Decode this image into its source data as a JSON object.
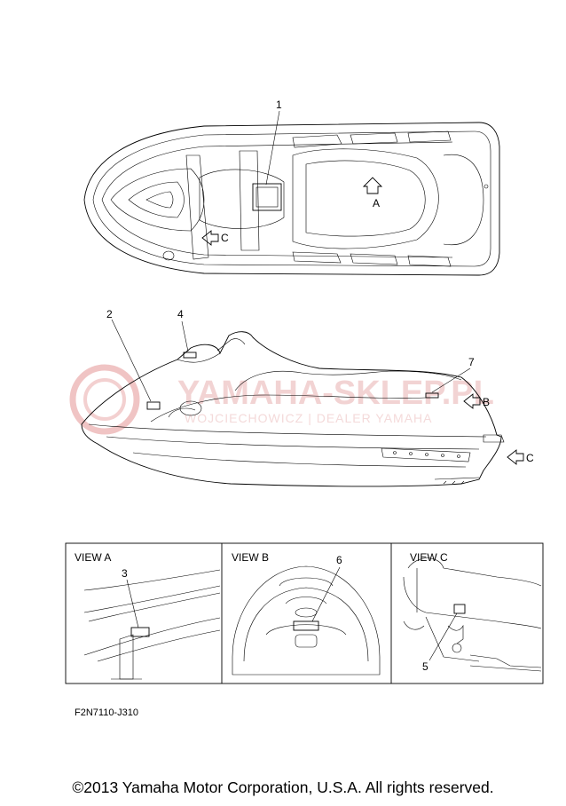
{
  "part_code": "F2N7110-J310",
  "copyright": "©2013 Yamaha Motor Corporation, U.S.A. All rights reserved.",
  "watermark": {
    "brand": "YAMAHA-SKLEP.PL",
    "subtitle": "WOJCIECHOWICZ | DEALER YAMAHA",
    "color": "#e8a0a0"
  },
  "callouts": [
    "1",
    "2",
    "3",
    "4",
    "5",
    "6",
    "7"
  ],
  "view_arrows": [
    "A",
    "B",
    "C",
    "C"
  ],
  "views": [
    {
      "title": "VIEW A",
      "callout": "3"
    },
    {
      "title": "VIEW B",
      "callout": "6"
    },
    {
      "title": "VIEW C",
      "callout": "5"
    }
  ]
}
